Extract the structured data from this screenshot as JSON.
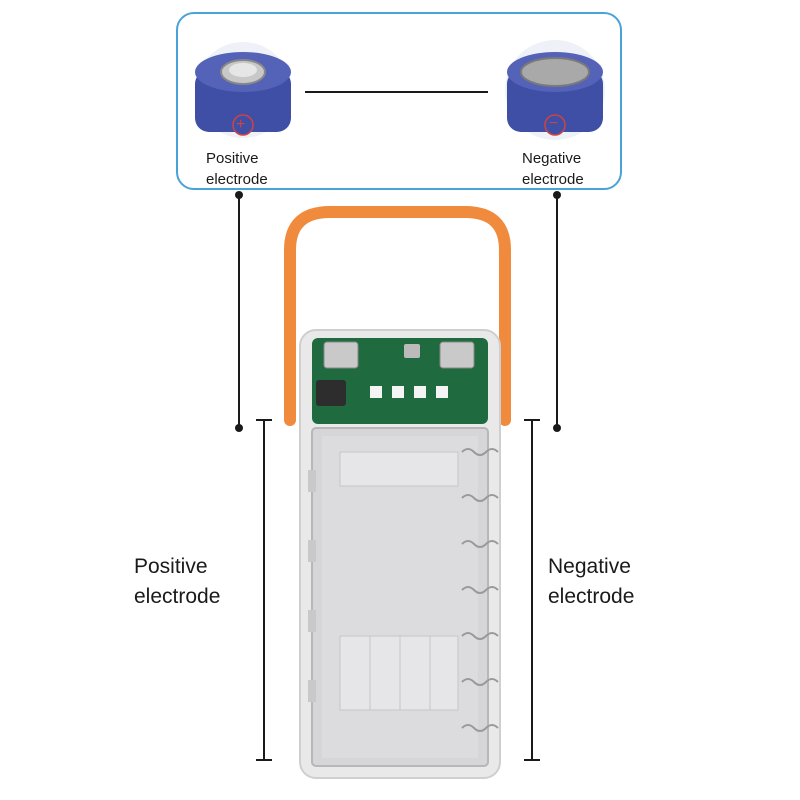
{
  "callout": {
    "positive_label_lines": [
      "Positive",
      "electrode"
    ],
    "negative_label_lines": [
      "Negative",
      "electrode"
    ],
    "positive_symbol": "+",
    "negative_symbol": "−"
  },
  "main": {
    "positive_label_lines": [
      "Positive",
      "electrode"
    ],
    "negative_label_lines": [
      "Negative",
      "electrode"
    ]
  },
  "icons": [
    "battery-positive-cell-icon",
    "battery-negative-cell-icon",
    "power-bank-case-icon"
  ],
  "colors": {
    "frame": "#4aa3d8",
    "battery": "#3f4fa6",
    "handle": "#f08a3c",
    "pcb": "#1f6b3f"
  }
}
